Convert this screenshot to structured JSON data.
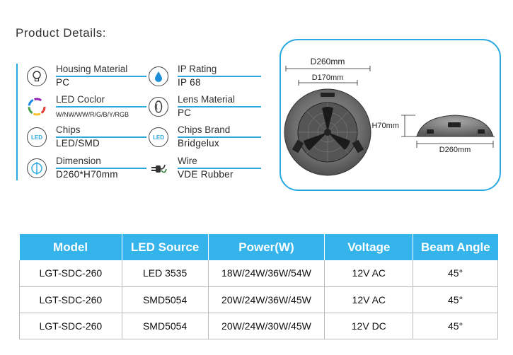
{
  "title": "Product Details:",
  "specs": [
    {
      "icon": "bulb-icon",
      "label": "Housing Material",
      "value": "PC"
    },
    {
      "icon": "water-drop-icon",
      "label": "IP Rating",
      "value": "IP 68"
    },
    {
      "icon": "color-ring-icon",
      "label": "LED Coclor",
      "value": "W/NW/WW/R/G/B/Y/RGB"
    },
    {
      "icon": "lens-icon",
      "label": "Lens Material",
      "value": "PC"
    },
    {
      "icon": "led-icon",
      "label": "Chips",
      "value": "LED/SMD"
    },
    {
      "icon": "led-icon",
      "label": "Chips Brand",
      "value": "Bridgelux"
    },
    {
      "icon": "dimension-icon",
      "label": "Dimension",
      "value": "D260*H70mm"
    },
    {
      "icon": "plug-icon",
      "label": "Wire",
      "value": "VDE Rubber"
    }
  ],
  "led_icon_text": "LED",
  "diagram": {
    "outer_diameter": "D260mm",
    "inner_diameter": "D170mm",
    "height": "H70mm",
    "side_diameter": "D260mm"
  },
  "table": {
    "headers": [
      "Model",
      "LED Source",
      "Power(W)",
      "Voltage",
      "Beam Angle"
    ],
    "rows": [
      [
        "LGT-SDC-260",
        "LED 3535",
        "18W/24W/36W/54W",
        "12V AC",
        "45°"
      ],
      [
        "LGT-SDC-260",
        "SMD5054",
        "20W/24W/36W/45W",
        "12V AC",
        "45°"
      ],
      [
        "LGT-SDC-260",
        "SMD5054",
        "20W/24W/30W/45W",
        "12V DC",
        "45°"
      ]
    ]
  },
  "colors": {
    "accent": "#2aa8e0",
    "header_bg": "#35b4ec"
  }
}
